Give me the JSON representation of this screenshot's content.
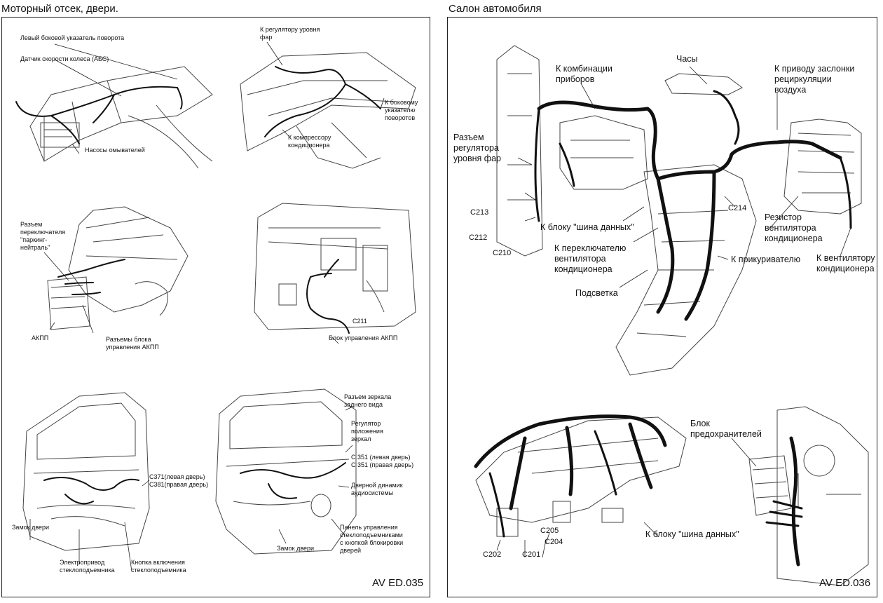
{
  "left": {
    "title": "Моторный отсек, двери.",
    "code": "AV ED.035",
    "labels": {
      "turn_left": "Левый боковой указатель поворота",
      "abs_sensor": "Датчик скорости колеса (АБС)",
      "washer_pumps": "Насосы омывателей",
      "headlight_reg": "К регулятору уровня\nфар",
      "side_turn": "К боковому\nуказателю\nповоротов",
      "ac_compressor": "К компрессору\nкондиционера",
      "park_neutral": "Разъем\nпереключателя\n\"паркинг-\nнейтраль\"",
      "akpp": "АКПП",
      "akpp_conn": "Разъемы блока\nуправления АКПП",
      "c211": "C211",
      "akpp_unit": "Блок управления АКПП",
      "mirror_conn": "Разъем зеркала\nзаднего вида",
      "mirror_reg": "Регулятор\nположения\nзеркал",
      "c351": "C 351 (левая дверь)\nC 351 (правая дверь)",
      "door_speaker": "Дверной динамик\nаудиосистемы",
      "c371": "C371(левая дверь)\nC381(правая дверь)",
      "door_lock_rear": "Замок двери",
      "window_motor": "Электропривод\nстеклоподъемника",
      "window_button": "Кнопка включения\nстеклоподъемника",
      "door_lock_front": "Замок двери",
      "window_panel": "Панель управления\nстеклоподъемниками\nс кнопкой блокировки\nдверей"
    }
  },
  "right": {
    "title": "Салон автомобиля",
    "code": "AV ED.036",
    "labels": {
      "clock": "Часы",
      "recirc": "К приводу заслонки\nрециркуляции\nвоздуха",
      "instrument": "К комбинации\nприборов",
      "headlight_conn": "Разъем\nрегулятора\nуровня фар",
      "c213": "C213",
      "c212": "C212",
      "c210": "C210",
      "data_bus_1": "К блоку \"шина данных\"",
      "c214": "C214",
      "fan_resistor": "Резистор\nвентилятора\nкондиционера",
      "ac_switch": "К переключателю\nвентилятора\nкондиционера",
      "lighter": "К прикуривателю",
      "ac_fan": "К вентилятору\nкондиционера",
      "backlight": "Подсветка",
      "fuse_box": "Блок\nпредохранителей",
      "data_bus_2": "К блоку \"шина данных\"",
      "c202": "C202",
      "c201": "C201",
      "c204": "C204",
      "c205": "C205"
    }
  }
}
